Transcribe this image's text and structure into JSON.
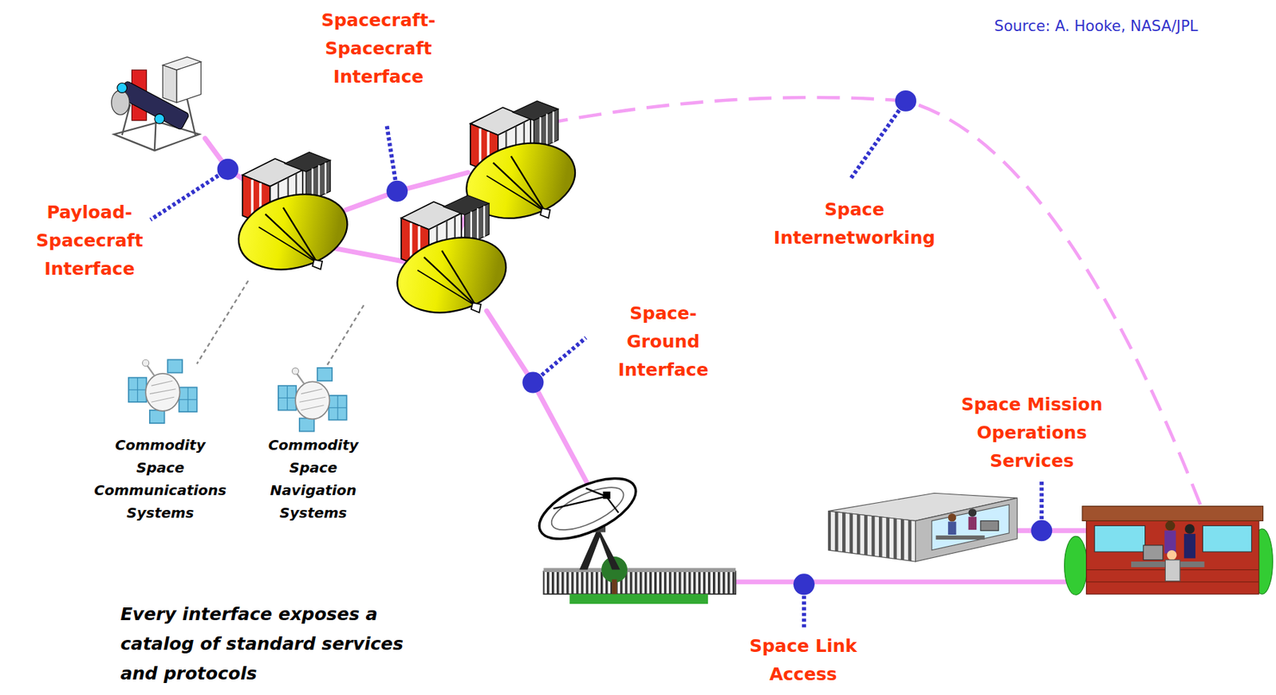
{
  "diagram": {
    "labels": [
      "Spacecraft- Spacecraft Interface",
      "Source: A. Hooke, NASA/JPL",
      "Payload- Spacecraft Interface",
      "Space Internetworking",
      "Space- Ground Interface",
      "Space Mission Operations Services",
      "Commodity Space Communications Systems",
      "Commodity Space Navigation Systems",
      "Every interface exposes a catalog of standard services and protocols",
      "Space Link Access"
    ]
  }
}
